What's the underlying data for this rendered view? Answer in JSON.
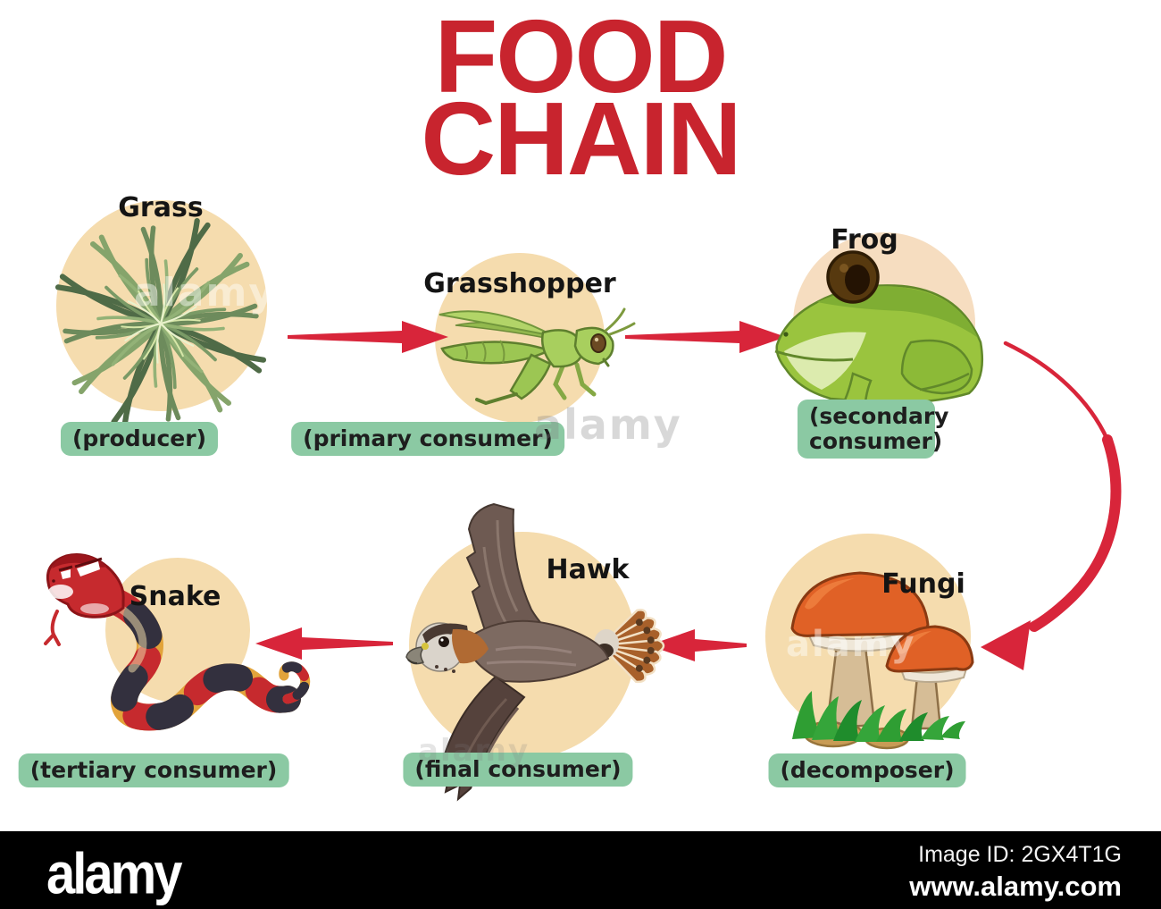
{
  "title": {
    "line1": "FOOD",
    "line2": "CHAIN"
  },
  "nodes": {
    "grass": {
      "label": "Grass",
      "role": "(producer)"
    },
    "grasshopper": {
      "label": "Grasshopper",
      "role": "(primary consumer)"
    },
    "frog": {
      "label": "Frog",
      "role": "(secondary consumer)"
    },
    "fungi": {
      "label": "Fungi",
      "role": "(decomposer)"
    },
    "hawk": {
      "label": "Hawk",
      "role": "(final consumer)"
    },
    "snake": {
      "label": "Snake",
      "role": "(tertiary consumer)"
    }
  },
  "arrows": [
    {
      "from": "Grass",
      "to": "Grasshopper"
    },
    {
      "from": "Grasshopper",
      "to": "Frog"
    },
    {
      "from": "Frog",
      "to": "Fungi"
    },
    {
      "from": "Fungi",
      "to": "Hawk"
    },
    {
      "from": "Hawk",
      "to": "Snake"
    }
  ],
  "colors": {
    "title_red": "#c8242e",
    "arrow_red": "#d8253a",
    "circle_tan": "#f5dcae",
    "badge_green": "#8bc9a3",
    "footer_black": "#000000"
  },
  "watermark": {
    "text": "alamy"
  },
  "footer": {
    "logo": "alamy",
    "image_id": "Image ID: 2GX4T1G",
    "url": "www.alamy.com"
  }
}
